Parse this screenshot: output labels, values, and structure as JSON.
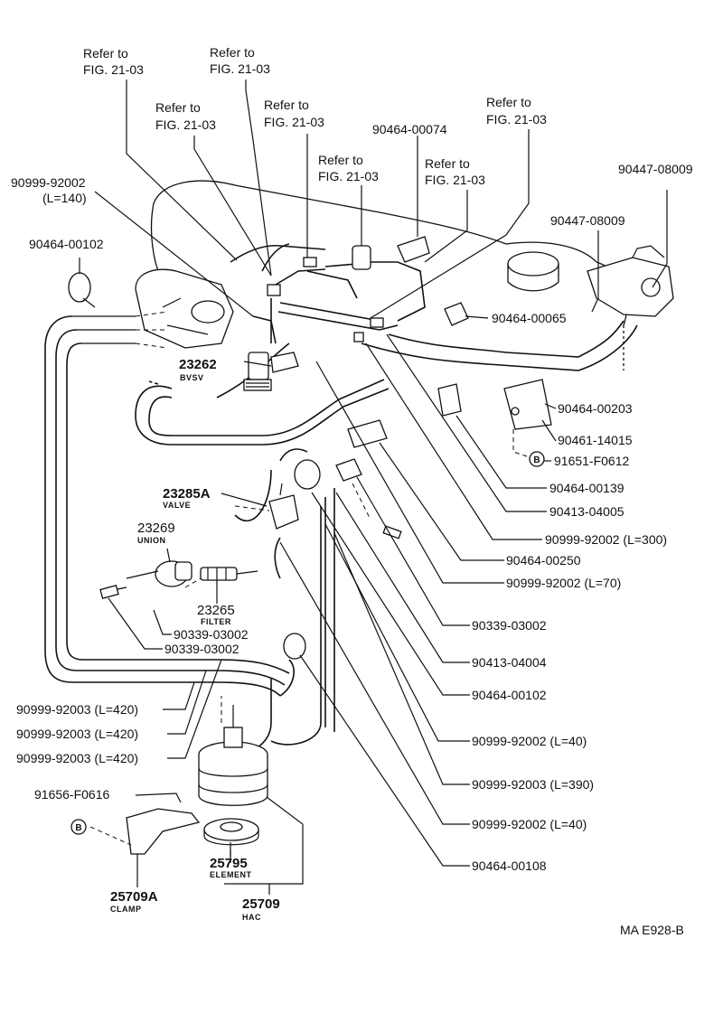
{
  "diagram": {
    "refer_labels": [
      {
        "line1": "Refer to",
        "line2": "FIG. 21-03"
      },
      {
        "line1": "Refer to",
        "line2": "FIG. 21-03"
      },
      {
        "line1": "Refer to",
        "line2": "FIG. 21-03"
      },
      {
        "line1": "Refer to",
        "line2": "FIG. 21-03"
      },
      {
        "line1": "Refer to",
        "line2": "FIG. 21-03"
      },
      {
        "line1": "Refer to",
        "line2": "FIG. 21-03"
      },
      {
        "line1": "Refer to",
        "line2": "FIG. 21-03"
      }
    ],
    "part_labels": {
      "p90464_00074": "90464-00074",
      "p90447_08009_a": "90447-08009",
      "p90447_08009_b": "90447-08009",
      "p90999_92002_l140": "90999-92002",
      "p90999_92002_l140_len": "(L=140)",
      "p90464_00102_top": "90464-00102",
      "p90464_00065": "90464-00065",
      "p90464_00203": "90464-00203",
      "p90461_14015": "90461-14015",
      "p91651_f0612": "91651-F0612",
      "p90464_00139": "90464-00139",
      "p90413_04005": "90413-04005",
      "p90999_92002_l300": "90999-92002 (L=300)",
      "p90464_00250": "90464-00250",
      "p90999_92002_l70": "90999-92002 (L=70)",
      "p90339_03002_r": "90339-03002",
      "p90413_04004": "90413-04004",
      "p90464_00102_r": "90464-00102",
      "p90999_92002_l40_a": "90999-92002 (L=40)",
      "p90999_92003_l390": "90999-92003 (L=390)",
      "p90999_92002_l40_b": "90999-92002 (L=40)",
      "p90464_00108": "90464-00108",
      "p90339_03002_a": "90339-03002",
      "p90339_03002_b": "90339-03002",
      "p90999_92003_l420_a": "90999-92003 (L=420)",
      "p90999_92003_l420_b": "90999-92003 (L=420)",
      "p90999_92003_l420_c": "90999-92003 (L=420)",
      "p91656_f0616": "91656-F0616"
    },
    "components": {
      "bvsv_num": "23262",
      "bvsv_name": "BVSV",
      "valve_num": "23285A",
      "valve_name": "VALVE",
      "union_num": "23269",
      "union_name": "UNION",
      "filter_num": "23265",
      "filter_name": "FILTER",
      "element_num": "25795",
      "element_name": "ELEMENT",
      "hac_num": "25709",
      "hac_name": "HAC",
      "clamp_num": "25709A",
      "clamp_name": "CLAMP"
    },
    "bolt_symbol_a": "B",
    "bolt_symbol_b": "B",
    "figure_code": "MA E928-B"
  }
}
